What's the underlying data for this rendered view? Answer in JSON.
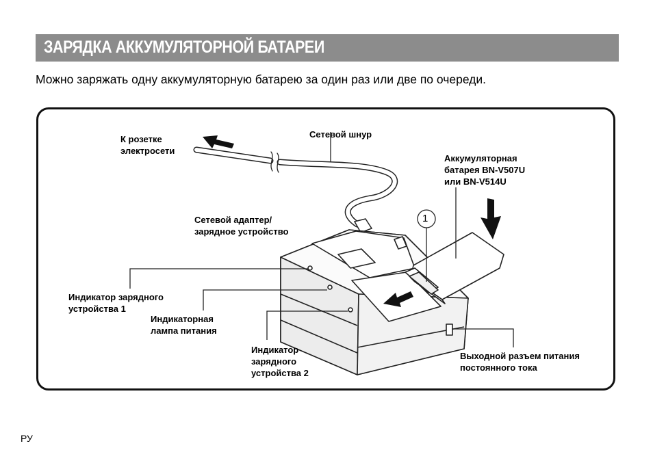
{
  "header": {
    "title": "ЗАРЯДКА АККУМУЛЯТОРНОЙ БАТАРЕИ"
  },
  "intro": "Можно заряжать одну аккумуляторную батарею за один раз или две по очереди.",
  "labels": {
    "outlet": "К розетке\nэлектросети",
    "cord": "Сетевой шнур",
    "battery": "Аккумуляторная\nбатарея BN-V507U\nили BN-V514U",
    "adapter": "Сетевой адаптер/\nзарядное устройство",
    "charge_ind_1": "Индикатор зарядного\nустройства 1",
    "power_lamp": "Индикаторная\nлампа питания",
    "charge_ind_2": "Индикатор\nзарядного\nустройства 2",
    "dc_out": "Выходной разъем питания\nпостоянного тока"
  },
  "step_marker": "1",
  "footer": {
    "page_code": "РУ"
  },
  "colors": {
    "title_bar": "#8c8c8c",
    "title_text": "#ffffff"
  }
}
